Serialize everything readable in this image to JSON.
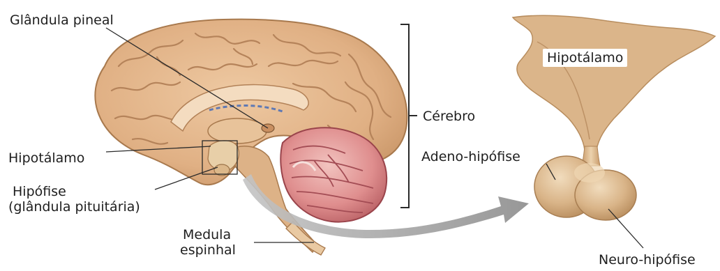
{
  "labels": {
    "pineal": "Glândula pineal",
    "hypothalamus_left": "Hipotálamo",
    "pituitary_line1": "Hipófise",
    "pituitary_line2": "(glândula pituitária)",
    "spinal_line1": "Medula",
    "spinal_line2": "espinhal",
    "cerebrum": "Cérebro",
    "hypothalamus_right": "Hipotálamo",
    "adenohypophysis": "Adeno-hipófise",
    "neurohypophysis": "Neuro-hipófise"
  },
  "colors": {
    "brain": "#e2b48a",
    "brain_dark": "#b8865a",
    "cerebellum": "#d9868a",
    "cerebellum_dark": "#a94a52",
    "gland": "#d7b184",
    "arrow": "#9a9a9a",
    "line": "#2a2a2a"
  }
}
